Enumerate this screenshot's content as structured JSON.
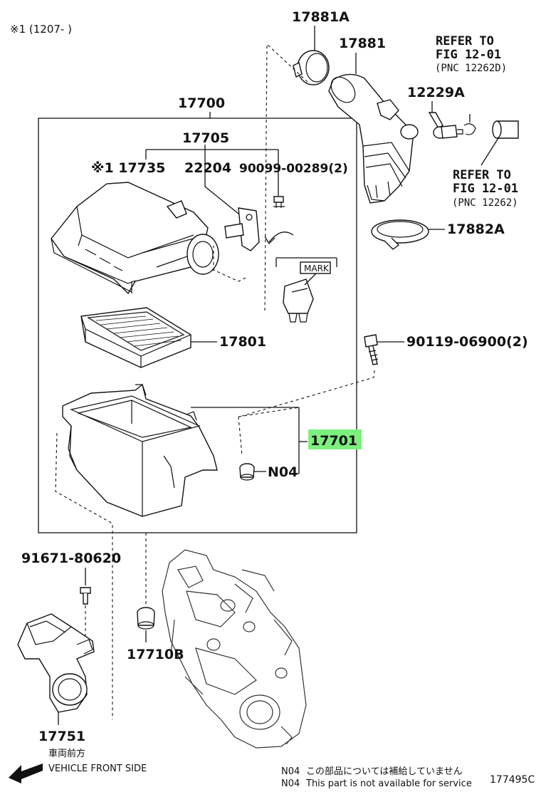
{
  "header_note": "※1 (1207-   )",
  "parts": {
    "p17881A": "17881A",
    "p17881": "17881",
    "p12229A": "12229A",
    "p17882A": "17882A",
    "p17700": "17700",
    "p17705": "17705",
    "p17735": "※1 17735",
    "p22204": "22204",
    "p90099": "90099-00289(2)",
    "p17801": "17801",
    "p90119": "90119-06900(2)",
    "p17701": "17701",
    "pN04": "N04",
    "p91671": "91671-80620",
    "p17710B": "17710B",
    "p17751": "17751"
  },
  "refs": {
    "top_line1": "REFER TO",
    "top_line2": "FIG 12-01",
    "top_line3": "(PNC 12262D)",
    "mid_line1": "REFER TO",
    "mid_line2": "FIG 12-01",
    "mid_line3": "(PNC 12262)"
  },
  "mark_label": "MARK",
  "front_side_jp": "車両前方",
  "front_side_en": "VEHICLE FRONT SIDE",
  "footnote_code": "N04",
  "footnote_jp": "この部品については補給していません",
  "footnote_en": "This part is not available for service",
  "diagram_id": "177495C",
  "highlight_color": "#7cf07c"
}
